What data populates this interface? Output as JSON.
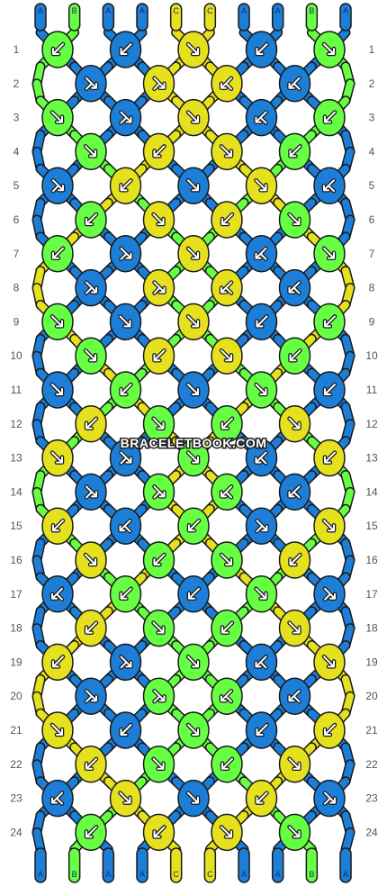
{
  "watermark": "BRACELETBOOK.COM",
  "colors": {
    "A": "#1c7ed6",
    "B": "#66ff44",
    "C": "#e6e11e"
  },
  "strands_top": [
    "A",
    "B",
    "A",
    "A",
    "C",
    "C",
    "A",
    "A",
    "B",
    "A"
  ],
  "strands_bottom": [
    "A",
    "B",
    "A",
    "A",
    "C",
    "C",
    "A",
    "A",
    "B",
    "A"
  ],
  "row_labels": [
    "1",
    "2",
    "3",
    "4",
    "5",
    "6",
    "7",
    "8",
    "9",
    "10",
    "11",
    "12",
    "13",
    "14",
    "15",
    "16",
    "17",
    "18",
    "19",
    "20",
    "21",
    "22",
    "23",
    "24"
  ],
  "knots": [
    [
      {
        "c": "B",
        "d": "bl"
      },
      {
        "c": "A",
        "d": "bl"
      },
      {
        "c": "C",
        "d": "br"
      },
      {
        "c": "A",
        "d": "bl"
      },
      {
        "c": "B",
        "d": "br"
      }
    ],
    [
      {
        "c": "A",
        "d": "fb"
      },
      {
        "c": "C",
        "d": "fb"
      },
      {
        "c": "C",
        "d": "bf"
      },
      {
        "c": "A",
        "d": "bf"
      }
    ],
    [
      {
        "c": "B",
        "d": "br"
      },
      {
        "c": "A",
        "d": "fb"
      },
      {
        "c": "C",
        "d": "br"
      },
      {
        "c": "A",
        "d": "bf"
      },
      {
        "c": "B",
        "d": "bl"
      }
    ],
    [
      {
        "c": "B",
        "d": "br"
      },
      {
        "c": "C",
        "d": "bl"
      },
      {
        "c": "C",
        "d": "br"
      },
      {
        "c": "B",
        "d": "bl"
      }
    ],
    [
      {
        "c": "A",
        "d": "fb"
      },
      {
        "c": "C",
        "d": "bl"
      },
      {
        "c": "A",
        "d": "br"
      },
      {
        "c": "C",
        "d": "br"
      },
      {
        "c": "A",
        "d": "bf"
      }
    ],
    [
      {
        "c": "B",
        "d": "bl"
      },
      {
        "c": "C",
        "d": "br"
      },
      {
        "c": "C",
        "d": "bl"
      },
      {
        "c": "B",
        "d": "br"
      }
    ],
    [
      {
        "c": "B",
        "d": "bl"
      },
      {
        "c": "A",
        "d": "fb"
      },
      {
        "c": "C",
        "d": "br"
      },
      {
        "c": "A",
        "d": "bf"
      },
      {
        "c": "B",
        "d": "br"
      }
    ],
    [
      {
        "c": "A",
        "d": "fb"
      },
      {
        "c": "C",
        "d": "fb"
      },
      {
        "c": "C",
        "d": "bf"
      },
      {
        "c": "A",
        "d": "bf"
      }
    ],
    [
      {
        "c": "B",
        "d": "br"
      },
      {
        "c": "A",
        "d": "br"
      },
      {
        "c": "C",
        "d": "br"
      },
      {
        "c": "A",
        "d": "bl"
      },
      {
        "c": "B",
        "d": "bl"
      }
    ],
    [
      {
        "c": "B",
        "d": "br"
      },
      {
        "c": "C",
        "d": "bl"
      },
      {
        "c": "C",
        "d": "br"
      },
      {
        "c": "B",
        "d": "bl"
      }
    ],
    [
      {
        "c": "A",
        "d": "br"
      },
      {
        "c": "B",
        "d": "bl"
      },
      {
        "c": "A",
        "d": "br"
      },
      {
        "c": "B",
        "d": "br"
      },
      {
        "c": "A",
        "d": "bl"
      }
    ],
    [
      {
        "c": "C",
        "d": "bl"
      },
      {
        "c": "B",
        "d": "br"
      },
      {
        "c": "B",
        "d": "bl"
      },
      {
        "c": "C",
        "d": "br"
      }
    ],
    [
      {
        "c": "C",
        "d": "br"
      },
      {
        "c": "A",
        "d": "fb"
      },
      {
        "c": "B",
        "d": "br"
      },
      {
        "c": "A",
        "d": "bf"
      },
      {
        "c": "C",
        "d": "bl"
      }
    ],
    [
      {
        "c": "A",
        "d": "fb"
      },
      {
        "c": "B",
        "d": "fb"
      },
      {
        "c": "B",
        "d": "bf"
      },
      {
        "c": "A",
        "d": "bf"
      }
    ],
    [
      {
        "c": "C",
        "d": "bl"
      },
      {
        "c": "A",
        "d": "bf"
      },
      {
        "c": "B",
        "d": "bl"
      },
      {
        "c": "A",
        "d": "fb"
      },
      {
        "c": "C",
        "d": "br"
      }
    ],
    [
      {
        "c": "C",
        "d": "br"
      },
      {
        "c": "B",
        "d": "bl"
      },
      {
        "c": "B",
        "d": "br"
      },
      {
        "c": "C",
        "d": "bl"
      }
    ],
    [
      {
        "c": "A",
        "d": "bf"
      },
      {
        "c": "B",
        "d": "bl"
      },
      {
        "c": "A",
        "d": "bl"
      },
      {
        "c": "B",
        "d": "br"
      },
      {
        "c": "A",
        "d": "fb"
      }
    ],
    [
      {
        "c": "C",
        "d": "bl"
      },
      {
        "c": "B",
        "d": "br"
      },
      {
        "c": "B",
        "d": "bl"
      },
      {
        "c": "C",
        "d": "br"
      }
    ],
    [
      {
        "c": "C",
        "d": "bl"
      },
      {
        "c": "A",
        "d": "fb"
      },
      {
        "c": "B",
        "d": "br"
      },
      {
        "c": "A",
        "d": "bf"
      },
      {
        "c": "C",
        "d": "br"
      }
    ],
    [
      {
        "c": "A",
        "d": "fb"
      },
      {
        "c": "B",
        "d": "fb"
      },
      {
        "c": "B",
        "d": "bf"
      },
      {
        "c": "A",
        "d": "bf"
      }
    ],
    [
      {
        "c": "C",
        "d": "br"
      },
      {
        "c": "A",
        "d": "bl"
      },
      {
        "c": "B",
        "d": "br"
      },
      {
        "c": "A",
        "d": "bl"
      },
      {
        "c": "C",
        "d": "bl"
      }
    ],
    [
      {
        "c": "C",
        "d": "bl"
      },
      {
        "c": "B",
        "d": "br"
      },
      {
        "c": "B",
        "d": "bl"
      },
      {
        "c": "C",
        "d": "br"
      }
    ],
    [
      {
        "c": "A",
        "d": "bf"
      },
      {
        "c": "C",
        "d": "br"
      },
      {
        "c": "A",
        "d": "br"
      },
      {
        "c": "C",
        "d": "bl"
      },
      {
        "c": "A",
        "d": "fb"
      }
    ],
    [
      {
        "c": "B",
        "d": "bl"
      },
      {
        "c": "C",
        "d": "bl"
      },
      {
        "c": "C",
        "d": "br"
      },
      {
        "c": "B",
        "d": "br"
      }
    ]
  ]
}
